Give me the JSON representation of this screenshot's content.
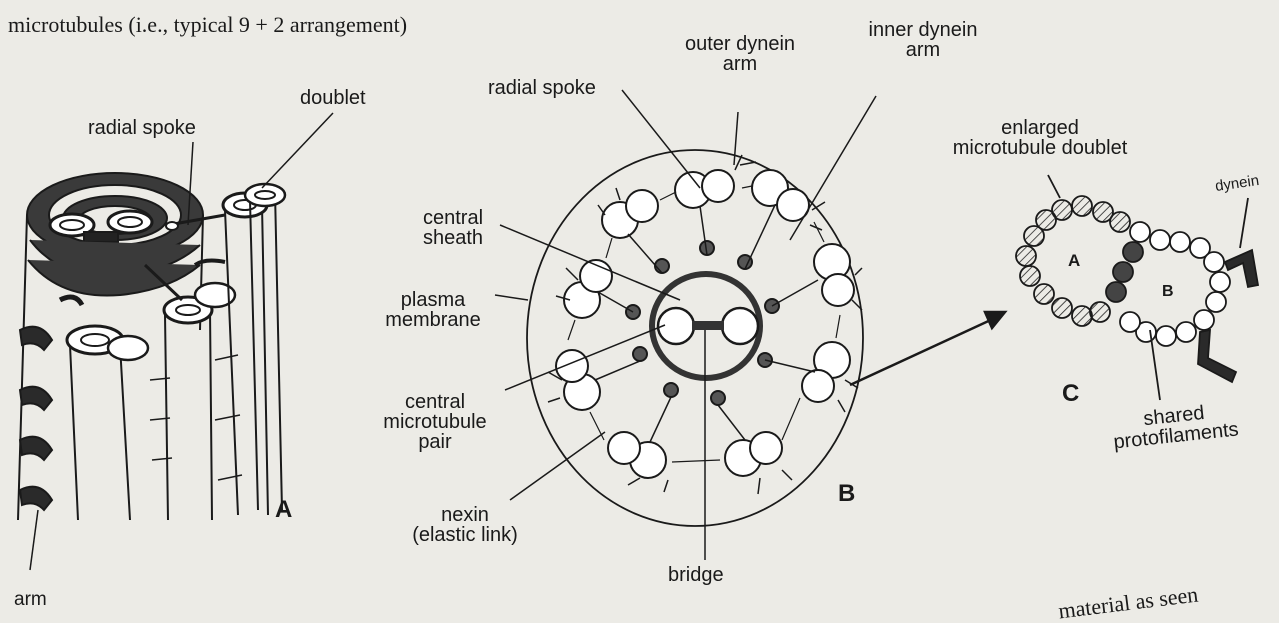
{
  "page": {
    "top_text_line1": "microtubules (i.e., typical 9 + 2 arrangement)",
    "bottom_text_right": "material as seen"
  },
  "figure_a": {
    "letter": "A",
    "labels": {
      "radial_spoke": "radial spoke",
      "doublet": "doublet",
      "arm": "arm"
    }
  },
  "figure_b": {
    "letter": "B",
    "labels": {
      "radial_spoke": "radial spoke",
      "outer_dynein_line1": "outer dynein",
      "outer_dynein_line2": "arm",
      "inner_dynein_line1": "inner dynein",
      "inner_dynein_line2": "arm",
      "central_sheath_line1": "central",
      "central_sheath_line2": "sheath",
      "plasma_membrane_line1": "plasma",
      "plasma_membrane_line2": "membrane",
      "central_pair_line1": "central",
      "central_pair_line2": "microtubule",
      "central_pair_line3": "pair",
      "nexin_line1": "nexin",
      "nexin_line2": "(elastic link)",
      "bridge": "bridge"
    }
  },
  "figure_c": {
    "letter": "C",
    "tubule_a": "A",
    "tubule_b": "B",
    "labels": {
      "enlarged_line1": "enlarged",
      "enlarged_line2": "microtubule doublet",
      "dynein": "dynein",
      "shared_line1": "shared",
      "shared_line2": "protofilaments"
    }
  }
}
